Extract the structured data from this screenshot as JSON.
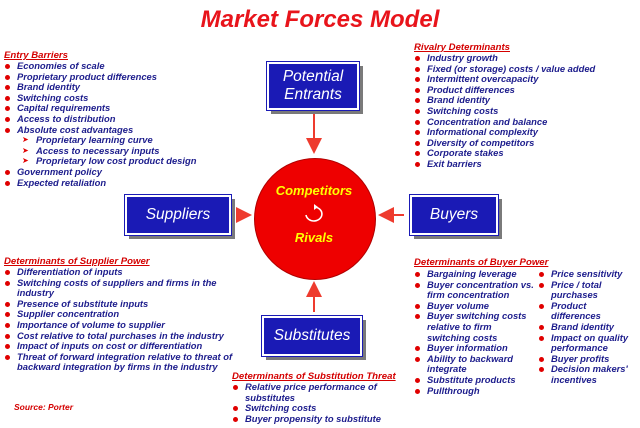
{
  "title": "Market Forces Model",
  "nodes": {
    "potential_entrants": "Potential Entrants",
    "suppliers": "Suppliers",
    "buyers": "Buyers",
    "substitutes": "Substitutes",
    "center_top": "Competitors",
    "center_bottom": "Rivals"
  },
  "entry_barriers": {
    "heading": "Entry Barriers",
    "items": [
      "Economies of scale",
      "Proprietary product differences",
      "Brand identity",
      "Switching costs",
      "Capital requirements",
      "Access to distribution",
      "Absolute cost advantages"
    ],
    "sub_items": [
      "Proprietary learning curve",
      "Access to necessary inputs",
      "Proprietary low cost product design"
    ],
    "items_after": [
      "Government policy",
      "Expected retaliation"
    ]
  },
  "rivalry": {
    "heading": "Rivalry Determinants",
    "items": [
      "Industry growth",
      "Fixed (or storage) costs / value added",
      "Intermittent overcapacity",
      "Product differences",
      "Brand identity",
      "Switching costs",
      "Concentration and balance",
      "Informational complexity",
      "Diversity of competitors",
      "Corporate stakes",
      "Exit barriers"
    ]
  },
  "supplier_power": {
    "heading": "Determinants of Supplier Power",
    "items": [
      "Differentiation of inputs",
      "Switching costs of suppliers and firms in the industry",
      "Presence of substitute inputs",
      "Supplier concentration",
      "Importance of volume to supplier",
      "Cost relative to total purchases in the industry",
      "Impact of inputs on cost or differentiation",
      "Threat of forward integration relative to threat of backward integration by firms in the industry"
    ]
  },
  "buyer_power": {
    "heading": "Determinants of Buyer Power",
    "left_items": [
      "Bargaining leverage",
      "Buyer concentration vs. firm concentration",
      "Buyer volume",
      "Buyer switching costs relative to firm switching costs",
      "Buyer information",
      "Ability to backward integrate",
      "Substitute products",
      "Pullthrough"
    ],
    "right_items": [
      "Price sensitivity",
      "Price / total purchases",
      "Product differences",
      "Brand identity",
      "Impact on quality performance",
      "Buyer profits",
      "Decision makers' incentives"
    ]
  },
  "substitution": {
    "heading": "Determinants of Substitution Threat",
    "items": [
      "Relative price performance of substitutes",
      "Switching costs",
      "Buyer propensity to substitute"
    ]
  },
  "source": "Source: Porter",
  "colors": {
    "title": "#e8141b",
    "box": "#1a1ab5",
    "circle": "#ee0000",
    "text": "#1c1c8c",
    "center_text": "#ffff00"
  }
}
